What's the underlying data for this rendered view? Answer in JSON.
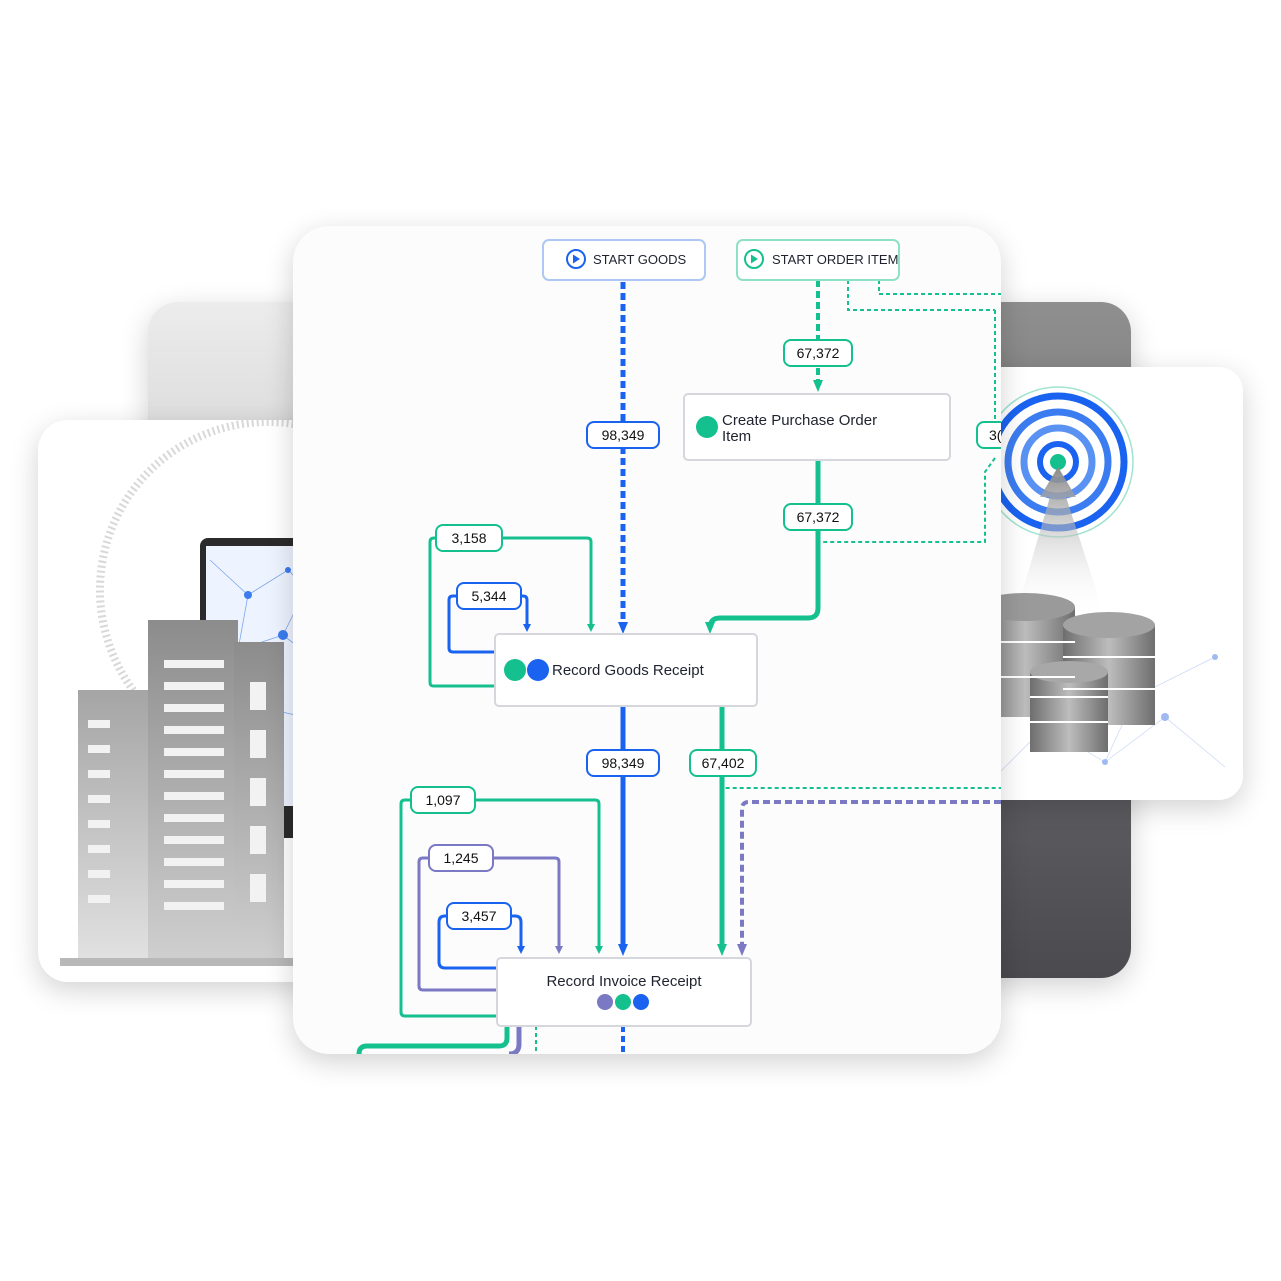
{
  "colors": {
    "green": "#14c08e",
    "blue": "#1a63f0",
    "purple": "#7b78c4",
    "node_border": "#d5d7dc"
  },
  "start_nodes": {
    "goods": {
      "label": "START GOODS",
      "icon": "play-circle-icon"
    },
    "order_item": {
      "label": "START ORDER ITEM",
      "icon": "play-circle-icon"
    }
  },
  "activities": {
    "create_po": {
      "label_line1": "Create Purchase Order",
      "label_line2": "Item"
    },
    "goods_receipt": {
      "label": "Record Goods Receipt"
    },
    "invoice_receipt": {
      "label": "Record Invoice Receipt"
    }
  },
  "edge_labels": {
    "start_goods_to_grn": "98,349",
    "start_order_to_po": "67,372",
    "po_to_grn": "67,372",
    "grn_loop_outer": "3,158",
    "grn_loop_inner": "5,344",
    "grn_to_invoice_blue": "98,349",
    "grn_to_invoice_green": "67,402",
    "invoice_loop_outer": "1,097",
    "invoice_loop_middle": "1,245",
    "invoice_loop_inner": "3,457",
    "right_cut": "3("
  }
}
